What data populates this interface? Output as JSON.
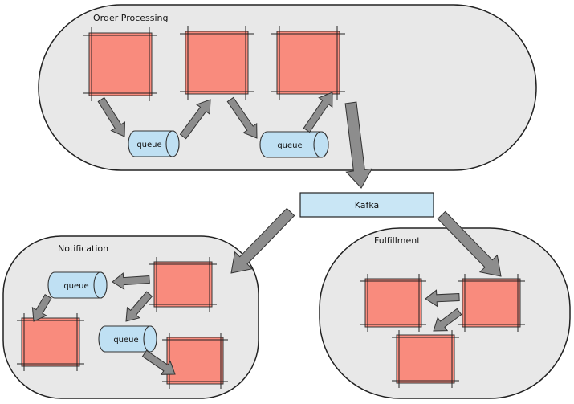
{
  "groups": {
    "order_processing": "Order Processing",
    "notification": "Notification",
    "fulfillment": "Fulfillment"
  },
  "kafka_label": "Kafka",
  "queue_label": "queue",
  "colors": {
    "container_fill": "#e8e8e8",
    "container_stroke": "#222222",
    "service_fill": "#f98b7d",
    "queue_fill": "#bfe0f3",
    "kafka_fill": "#c9e6f5",
    "arrow_fill": "#8d8d8d"
  }
}
